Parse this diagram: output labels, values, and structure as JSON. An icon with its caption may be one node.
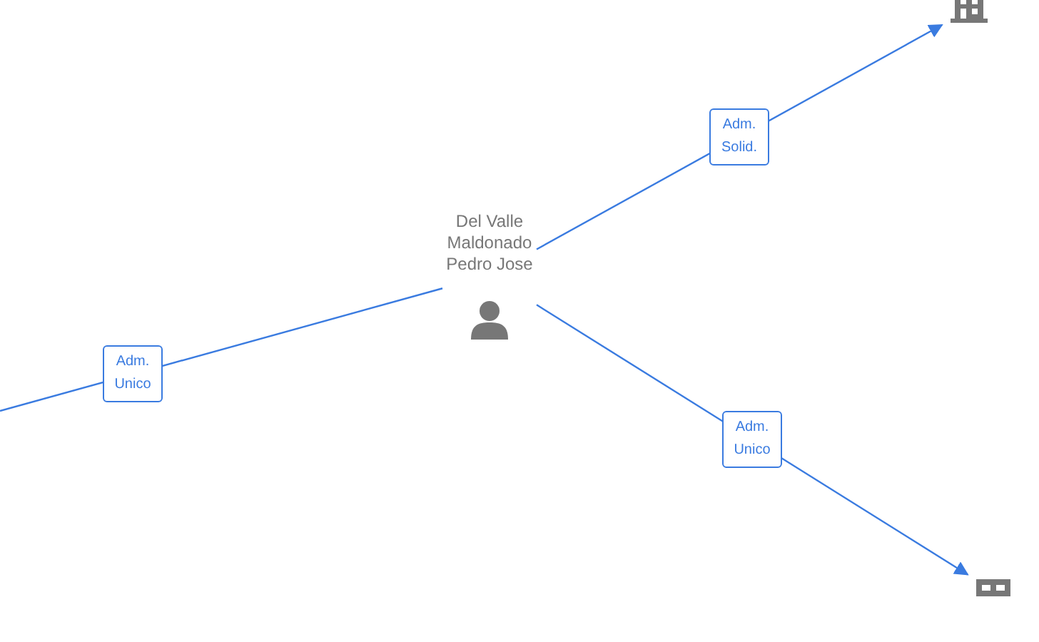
{
  "diagram": {
    "nodes": [
      {
        "text": [
          "Del Valle Maldonado Pedro Jose"
        ]
      },
      {
        "text": [],
        "shape": "building"
      },
      {
        "text": [],
        "shape": "building"
      }
    ],
    "edges": [
      {
        "from": 0,
        "to": 1,
        "arrow": "to",
        "label": "Adm. Solid."
      },
      {
        "from": 0,
        "to": 2,
        "arrow": "to",
        "label": "Adm. Unico"
      },
      {
        "from": 0,
        "to": null,
        "arrow": "none",
        "label": "Adm. Unico"
      }
    ]
  }
}
